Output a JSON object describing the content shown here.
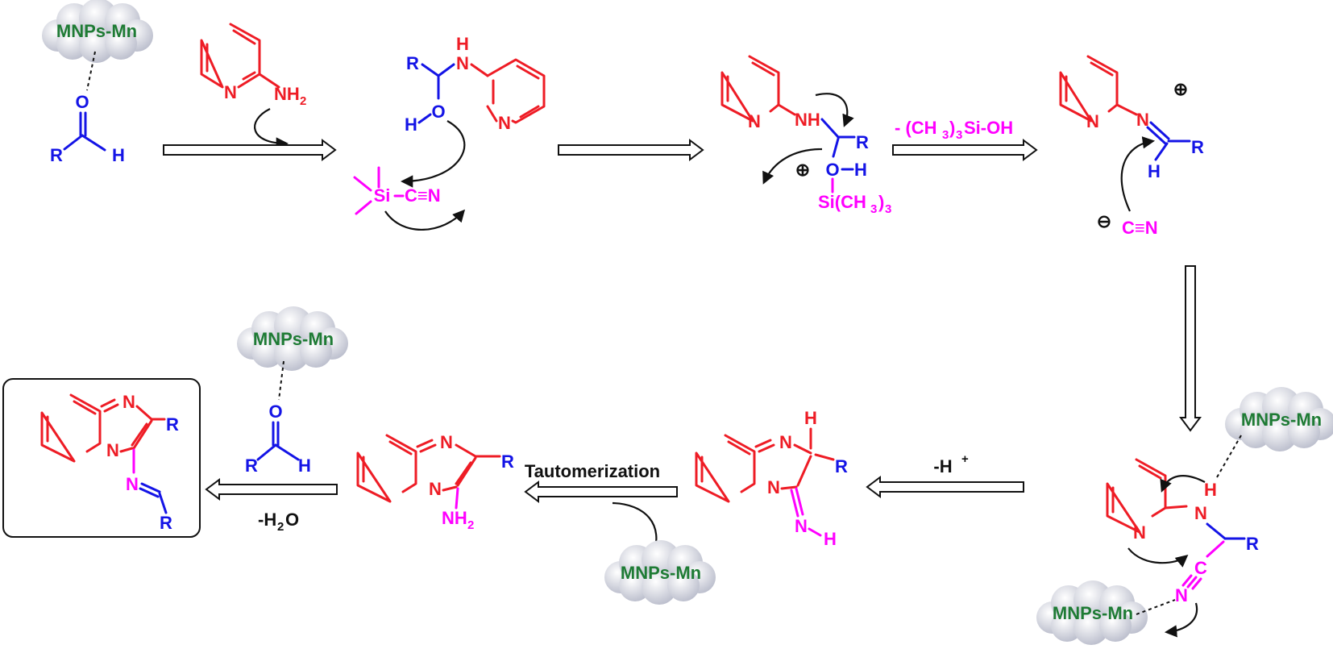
{
  "labels": {
    "catalyst": "MNPs-Mn",
    "r": "R",
    "h": "H",
    "o": "O",
    "n": "N",
    "nh": "NH",
    "nh2_main": "NH",
    "nh2_sub": "2",
    "si": "Si",
    "cn": "C≡N",
    "sime3_main": "Si(CH",
    "sime3_sub": "3",
    "sime3_end": ")",
    "sime3_sub2": "3",
    "plus": "⊕",
    "minus": "⊖",
    "c": "C"
  },
  "steps": {
    "elim_silanol_pre": "- (CH",
    "elim_silanol_sub": "3",
    "elim_silanol_mid": ")",
    "elim_silanol_sub2": "3",
    "elim_silanol_end": "Si-OH",
    "deprotonation_main": "-H",
    "deprotonation_sup": "+",
    "tautomerization": "Tautomerization",
    "dehydration_main": "-H",
    "dehydration_sub": "2",
    "dehydration_end": "O"
  },
  "colors": {
    "pyridine": "#ee1c25",
    "aldehyde": "#1414e6",
    "cyanide": "#ff00ff",
    "catalyst": "#1e7b34"
  }
}
